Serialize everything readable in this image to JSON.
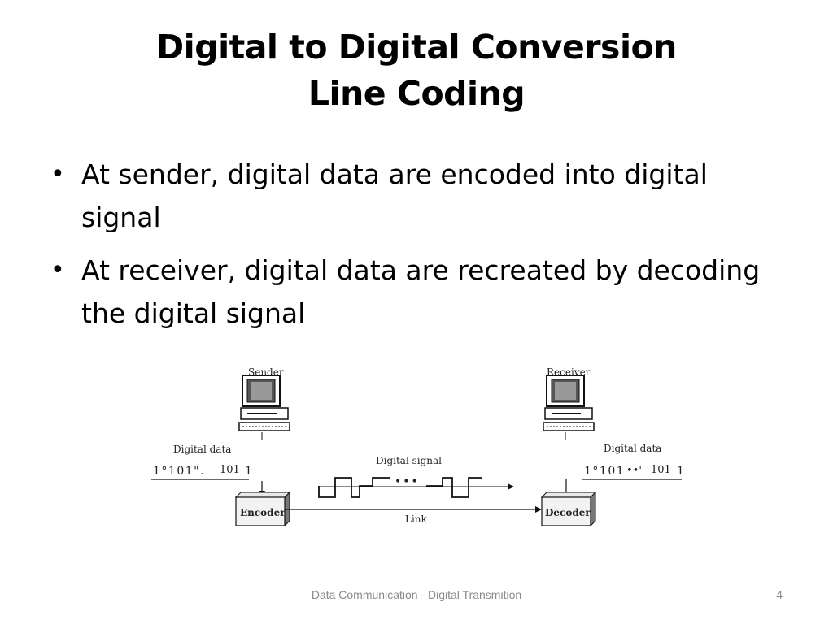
{
  "slide": {
    "title_line1": "Digital to Digital Conversion",
    "title_line2": "Line Coding",
    "bullets": [
      "At sender, digital data are encoded into digital signal",
      "At receiver, digital data are recreated by decoding the digital signal"
    ],
    "bullet_symbol": "•"
  },
  "figure": {
    "sender_label": "Sender",
    "receiver_label": "Receiver",
    "digital_data_left": "Digital data",
    "digital_data_right": "Digital data",
    "bits_left_a": "1°101\".",
    "bits_left_b": "101",
    "bits_left_c": "1",
    "bits_right_a": "1°101",
    "bits_right_b": "••'",
    "bits_right_c": "101",
    "bits_right_d": "1",
    "signal_label": "Digital signal",
    "signal_dots": "•••",
    "encoder_label": "Encoder",
    "decoder_label": "Decoder",
    "link_label": "Link"
  },
  "footer": {
    "text": "Data Communication - Digital Transmition",
    "page_number": "4"
  }
}
